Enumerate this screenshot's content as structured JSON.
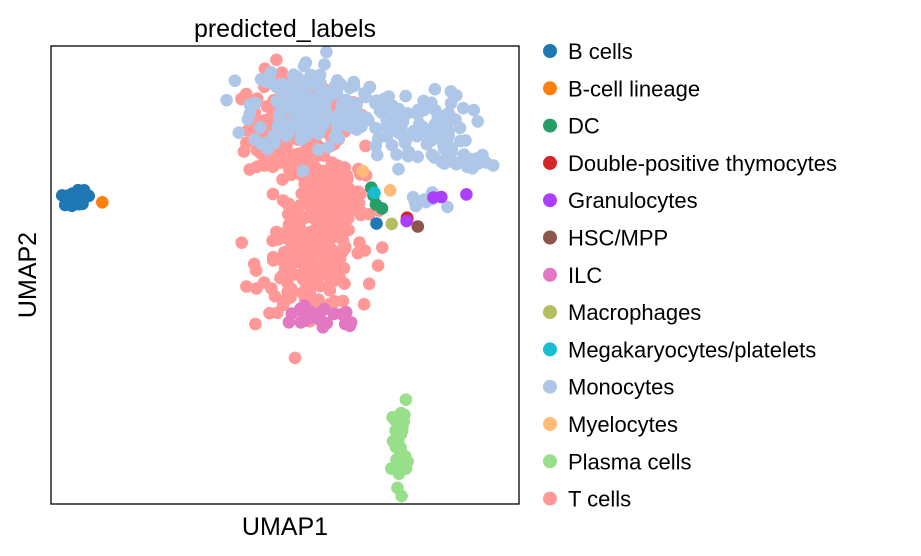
{
  "chart_data": {
    "type": "scatter",
    "title": "predicted_labels",
    "xlabel": "UMAP1",
    "ylabel": "UMAP2",
    "xlim": [
      0,
      100
    ],
    "ylim": [
      0,
      100
    ],
    "grid": false,
    "legend_position": "right",
    "series": [
      {
        "name": "B cells",
        "color": "#1f77b4",
        "clusters": [
          {
            "cx": 5.5,
            "cy": 67,
            "sx": 1.6,
            "sy": 0.9,
            "n": 22
          },
          {
            "cx": 69.5,
            "cy": 62,
            "sx": 0.4,
            "sy": 0.4,
            "n": 1
          }
        ]
      },
      {
        "name": "B-cell lineage",
        "color": "#ff7f0e",
        "clusters": [
          {
            "cx": 10.8,
            "cy": 65.7,
            "sx": 0.1,
            "sy": 0.1,
            "n": 1
          }
        ]
      },
      {
        "name": "DC",
        "color": "#279e68",
        "clusters": [
          {
            "cx": 69,
            "cy": 66,
            "sx": 0.8,
            "sy": 1.4,
            "n": 4
          }
        ]
      },
      {
        "name": "Double-positive thymocytes",
        "color": "#d62728",
        "clusters": [
          {
            "cx": 76,
            "cy": 62.5,
            "sx": 0.6,
            "sy": 0.4,
            "n": 2
          }
        ]
      },
      {
        "name": "Granulocytes",
        "color": "#aa40fc",
        "clusters": [
          {
            "cx": 83,
            "cy": 67,
            "sx": 2.2,
            "sy": 0.5,
            "n": 3
          },
          {
            "cx": 76,
            "cy": 61.5,
            "sx": 0.5,
            "sy": 0.5,
            "n": 1
          }
        ]
      },
      {
        "name": "HSC/MPP",
        "color": "#8c564b",
        "clusters": [
          {
            "cx": 78,
            "cy": 60.5,
            "sx": 0.4,
            "sy": 0.3,
            "n": 1
          }
        ]
      },
      {
        "name": "ILC",
        "color": "#e377c2",
        "clusters": [
          {
            "cx": 58,
            "cy": 41,
            "sx": 4.5,
            "sy": 1.5,
            "n": 26
          }
        ]
      },
      {
        "name": "Macrophages",
        "color": "#b5bd61",
        "clusters": [
          {
            "cx": 74,
            "cy": 61,
            "sx": 0.4,
            "sy": 0.4,
            "n": 1
          }
        ]
      },
      {
        "name": "Megakaryocytes/platelets",
        "color": "#17becf",
        "clusters": [
          {
            "cx": 68.5,
            "cy": 68,
            "sx": 0.4,
            "sy": 0.4,
            "n": 1
          }
        ]
      },
      {
        "name": "Monocytes",
        "color": "#aec7e8",
        "clusters": [
          {
            "cx": 55,
            "cy": 87,
            "sx": 6,
            "sy": 5,
            "n": 170
          },
          {
            "cx": 77,
            "cy": 82,
            "sx": 6,
            "sy": 4,
            "n": 110
          },
          {
            "cx": 90,
            "cy": 74,
            "sx": 2.6,
            "sy": 1.2,
            "n": 14
          },
          {
            "cx": 79,
            "cy": 66,
            "sx": 2.5,
            "sy": 1.2,
            "n": 8
          }
        ]
      },
      {
        "name": "Myelocytes",
        "color": "#ffbb78",
        "clusters": [
          {
            "cx": 66.5,
            "cy": 72.5,
            "sx": 0.5,
            "sy": 0.5,
            "n": 1
          },
          {
            "cx": 73,
            "cy": 68.5,
            "sx": 0.4,
            "sy": 0.4,
            "n": 1
          }
        ]
      },
      {
        "name": "Plasma cells",
        "color": "#98df8a",
        "clusters": [
          {
            "cx": 74.5,
            "cy": 13.5,
            "sx": 0.8,
            "sy": 4.5,
            "n": 28
          }
        ]
      },
      {
        "name": "T cells",
        "color": "#ff9896",
        "clusters": [
          {
            "cx": 51,
            "cy": 82,
            "sx": 4.5,
            "sy": 6,
            "n": 170
          },
          {
            "cx": 59,
            "cy": 66,
            "sx": 4,
            "sy": 7,
            "n": 200
          },
          {
            "cx": 55,
            "cy": 52,
            "sx": 5,
            "sy": 5,
            "n": 180
          },
          {
            "cx": 58,
            "cy": 87,
            "sx": 5,
            "sy": 2,
            "n": 40
          }
        ]
      }
    ]
  }
}
